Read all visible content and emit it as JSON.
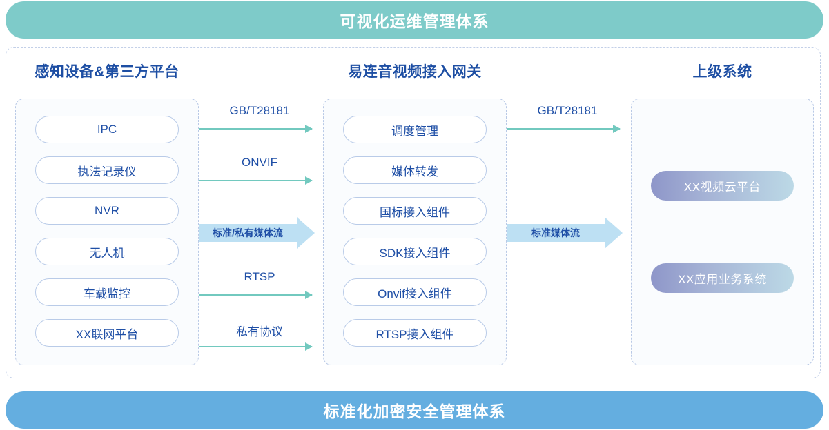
{
  "banners": {
    "top": "可视化运维管理体系",
    "bottom": "标准化加密安全管理体系",
    "top_color": "#7ecbc9",
    "bottom_color": "#64aee0"
  },
  "columns": {
    "left": {
      "title": "感知设备&第三方平台",
      "items": [
        "IPC",
        "执法记录仪",
        "NVR",
        "无人机",
        "车载监控",
        "XX联网平台"
      ]
    },
    "middle": {
      "title": "易连音视频接入网关",
      "items": [
        "调度管理",
        "媒体转发",
        "国标接入组件",
        "SDK接入组件",
        "Onvif接入组件",
        "RTSP接入组件"
      ]
    },
    "right": {
      "title": "上级系统",
      "items": [
        "XX视频云平台",
        "XX应用业务系统"
      ]
    }
  },
  "connectors": {
    "left_to_middle": [
      {
        "label": "GB/T28181",
        "type": "thin"
      },
      {
        "label": "ONVIF",
        "type": "thin"
      },
      {
        "label": "标准/私有媒体流",
        "type": "block"
      },
      {
        "label": "RTSP",
        "type": "thin"
      },
      {
        "label": "私有协议",
        "type": "thin"
      }
    ],
    "middle_to_right": [
      {
        "label": "GB/T28181",
        "type": "thin"
      },
      {
        "label": "标准媒体流",
        "type": "block"
      }
    ]
  },
  "colors": {
    "arrow_thin": "#72c9bf",
    "arrow_block": "#bde0f3",
    "title_text": "#1d4ea3",
    "pill_border": "#b9cbe8",
    "dashed_border": "#c3d0e8",
    "gradient_start": "#8e96c9",
    "gradient_end": "#bcd9e6"
  }
}
